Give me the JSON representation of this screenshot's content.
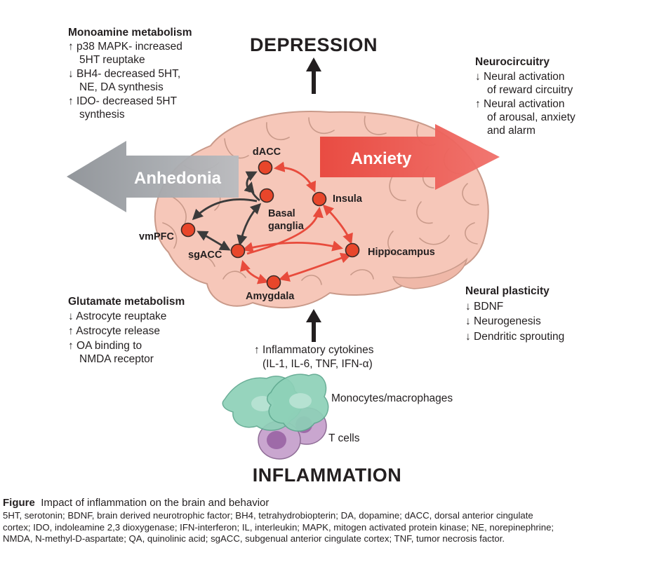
{
  "title_top": "DEPRESSION",
  "title_bottom": "INFLAMMATION",
  "monoamine": {
    "heading": "Monoamine metabolism",
    "lines": [
      "↑ p38 MAPK- increased",
      "5HT reuptake",
      "↓ BH4- decreased 5HT,",
      "NE, DA synthesis",
      "↑ IDO- decreased 5HT",
      "synthesis"
    ]
  },
  "neurocircuitry": {
    "heading": "Neurocircuitry",
    "lines": [
      "↓ Neural activation",
      "of reward circuitry",
      "↑ Neural activation",
      "of arousal, anxiety",
      "and alarm"
    ]
  },
  "glutamate": {
    "heading": "Glutamate metabolism",
    "lines": [
      "↓ Astrocyte reuptake",
      "↑ Astrocyte release",
      "↑ OA binding to",
      "NMDA receptor"
    ]
  },
  "plasticity": {
    "heading": "Neural plasticity",
    "lines": [
      "↓ BDNF",
      "↓ Neurogenesis",
      "↓ Dendritic sprouting"
    ]
  },
  "arrows": {
    "left": "Anhedonia",
    "right": "Anxiety"
  },
  "regions": {
    "dacc": "dACC",
    "insula": "Insula",
    "basal": [
      "Basal",
      "ganglia"
    ],
    "vmpfc": "vmPFC",
    "sgacc": "sgACC",
    "hippocampus": "Hippocampus",
    "amygdala": "Amygdala"
  },
  "cytokines": [
    "↑ Inflammatory cytokines",
    "(IL-1, IL-6, TNF, IFN-α)"
  ],
  "cells": {
    "monocytes": "Monocytes/macrophages",
    "tcells": "T cells"
  },
  "caption": {
    "label": "Figure",
    "title": "Impact of inflammation on the brain and behavior",
    "lines": [
      "5HT, serotonin; BDNF, brain derived neurotrophic factor; BH4, tetrahydrobiopterin; DA, dopamine; dACC, dorsal anterior cingulate",
      "cortex; IDO, indoleamine 2,3 dioxygenase; IFN-interferon; IL, interleukin; MAPK, mitogen activated protein kinase; NE, norepinephrine;",
      "NMDA, N-methyl-D-aspartate; QA, quinolinic acid; sgACC, subgenual anterior cingulate cortex; TNF, tumor necrosis factor."
    ]
  },
  "colors": {
    "brain_fill": "#f6c7b9",
    "brain_stroke": "#c99a8a",
    "node": "#e8462a",
    "red_arrow": "#e84b3c",
    "gray_arrow": "#8c9094",
    "cell_green": "#8ed1b8",
    "cell_purple": "#c9a6cf"
  }
}
